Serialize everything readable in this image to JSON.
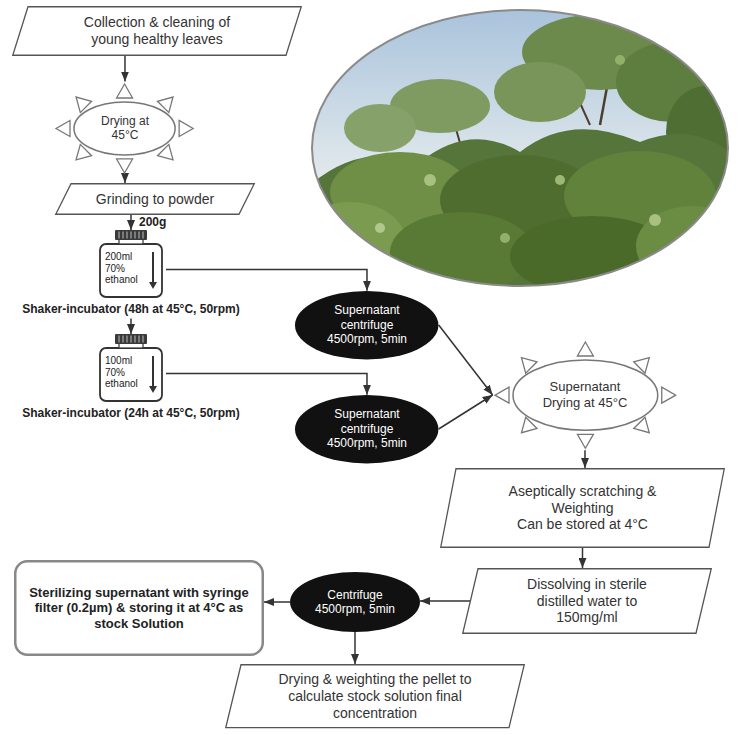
{
  "diagram": {
    "nodes": [
      {
        "text": [
          "Collection & cleaning of young healthy leaves"
        ]
      },
      {
        "text": [
          "Drying at 45°C"
        ]
      },
      {
        "text": [
          "Grinding to powder"
        ]
      },
      {
        "text": [
          "200ml 70% ethanol",
          "Shaker-incubator (48h at 45°C, 50rpm)"
        ]
      },
      {
        "text": [
          "100ml 70% ethanol",
          "Shaker-incubator (24h at 45°C, 50rpm)"
        ]
      },
      {
        "text": [
          "Supernatant centrifuge 4500rpm, 5min"
        ]
      },
      {
        "text": [
          "Supernatant centrifuge 4500rpm, 5min"
        ]
      },
      {
        "text": [
          "Supernatant Drying at 45°C"
        ]
      },
      {
        "text": [
          "Aseptically scratching & Weighting",
          "Can be stored at 4°C"
        ]
      },
      {
        "text": [
          "Dissolving in sterile distilled water to 150mg/ml"
        ]
      },
      {
        "text": [
          "Centrifuge 4500rpm, 5min"
        ]
      },
      {
        "text": [
          "Sterilizing supernatant with syringe filter (0.2µm) & storing it at 4°C as stock Solution"
        ]
      },
      {
        "text": [
          "Drying & weighting the pellet to calculate stock solution final concentration"
        ]
      }
    ],
    "edges": [
      {
        "from": 0,
        "to": 1,
        "arrow": "to"
      },
      {
        "from": 1,
        "to": 2,
        "arrow": "to"
      },
      {
        "from": 2,
        "to": 3,
        "label": "200g",
        "arrow": "to"
      },
      {
        "from": 3,
        "to": 4,
        "arrow": "to"
      },
      {
        "from": 3,
        "to": 5,
        "arrow": "to"
      },
      {
        "from": 4,
        "to": 6,
        "arrow": "to"
      },
      {
        "from": 5,
        "to": 7,
        "arrow": "to"
      },
      {
        "from": 6,
        "to": 7,
        "arrow": "to"
      },
      {
        "from": 7,
        "to": 8,
        "arrow": "to"
      },
      {
        "from": 8,
        "to": 9,
        "arrow": "to"
      },
      {
        "from": 9,
        "to": 10,
        "arrow": "to"
      },
      {
        "from": 10,
        "to": 11,
        "arrow": "to"
      },
      {
        "from": 10,
        "to": 12,
        "arrow": "to"
      }
    ]
  }
}
